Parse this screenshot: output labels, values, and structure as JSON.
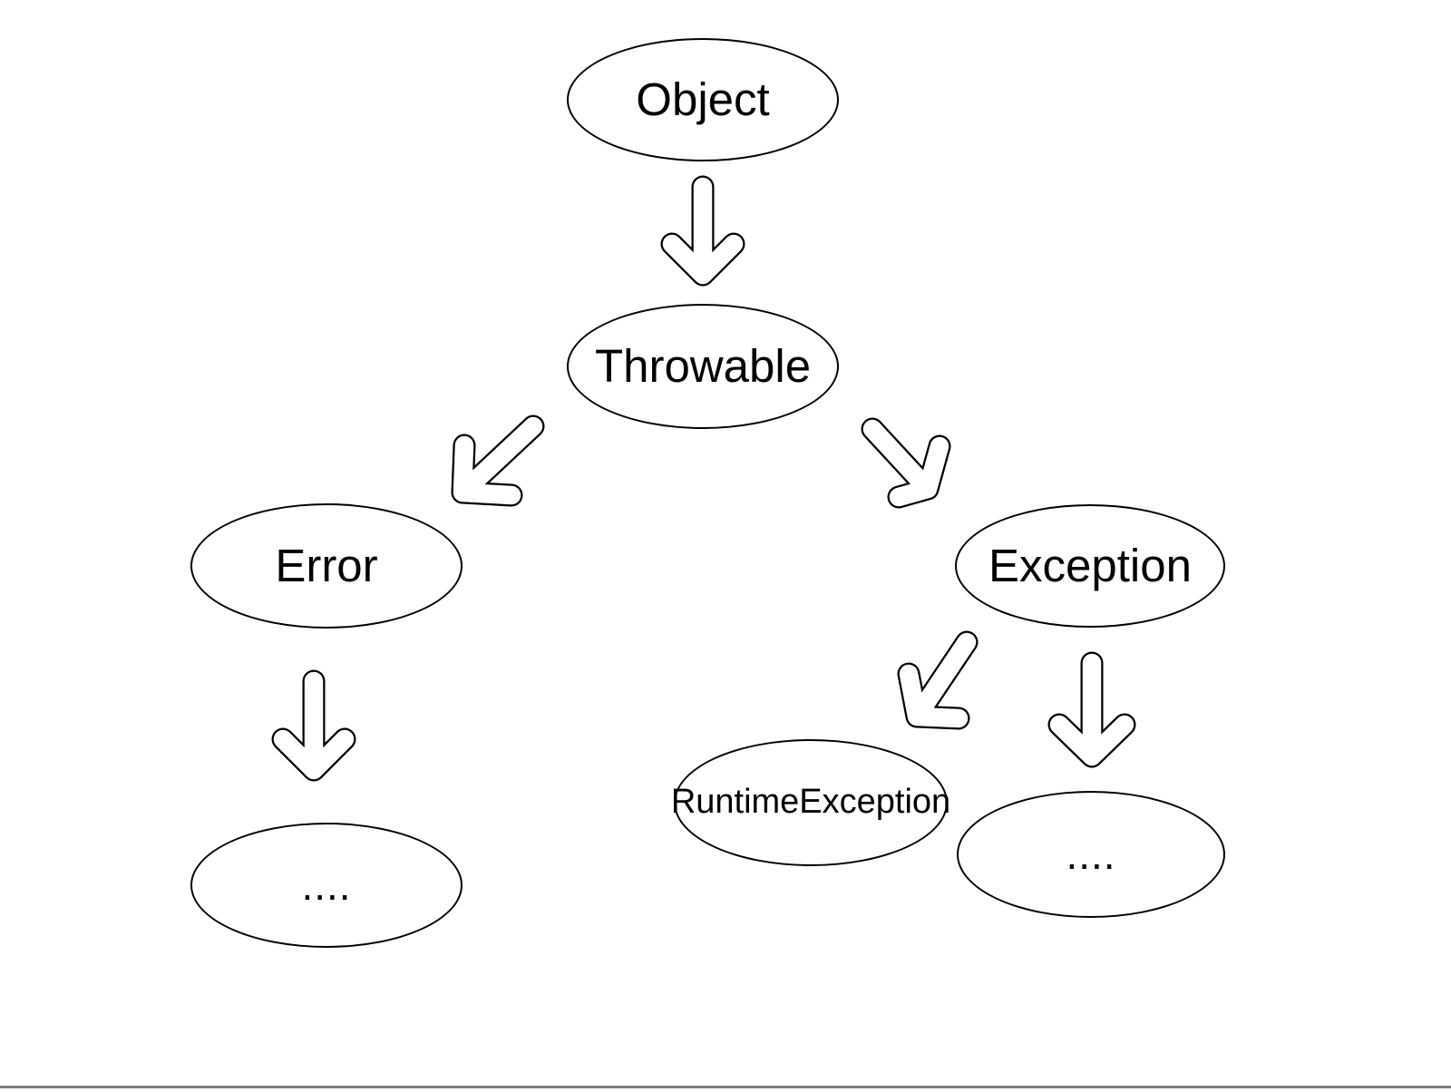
{
  "diagram": {
    "nodes": {
      "object": {
        "label": "Object"
      },
      "throwable": {
        "label": "Throwable"
      },
      "error": {
        "label": "Error"
      },
      "exception": {
        "label": "Exception"
      },
      "runtime_exception": {
        "label": "RuntimeException"
      },
      "error_more": {
        "label": "...."
      },
      "exception_more": {
        "label": "...."
      }
    },
    "edges": [
      {
        "from": "Object",
        "to": "Throwable"
      },
      {
        "from": "Throwable",
        "to": "Error"
      },
      {
        "from": "Throwable",
        "to": "Exception"
      },
      {
        "from": "Error",
        "to": "...."
      },
      {
        "from": "Exception",
        "to": "RuntimeException"
      },
      {
        "from": "Exception",
        "to": "...."
      }
    ],
    "colors": {
      "background": "#ffffff",
      "node_fill": "#ffffff",
      "stroke": "#000000",
      "divider": "#7d7d7d"
    }
  }
}
